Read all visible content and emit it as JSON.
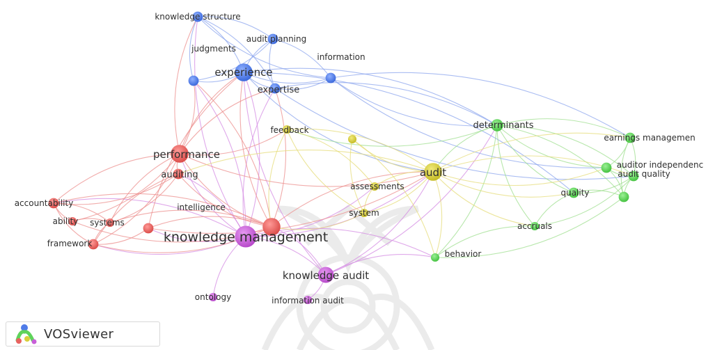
{
  "network": {
    "colors": {
      "red": "#e8625f",
      "blue": "#4f7be8",
      "green": "#5fd35b",
      "yellow": "#d7cf3a",
      "purple": "#c85fd8",
      "edge_red": "#ec8f8d",
      "edge_blue": "#8ca6ee",
      "edge_green": "#9fdf8f",
      "edge_yellow": "#e6dc7a",
      "edge_purple": "#d48be3"
    },
    "nodes": [
      {
        "id": "knowledge_management",
        "label": "knowledge management",
        "cluster": "purple",
        "weight": 10
      },
      {
        "id": "knowledge_audit",
        "label": "knowledge audit",
        "cluster": "purple",
        "weight": 7
      },
      {
        "id": "ontology",
        "label": "ontology",
        "cluster": "purple",
        "weight": 3
      },
      {
        "id": "information_audit",
        "label": "information audit",
        "cluster": "purple",
        "weight": 3
      },
      {
        "id": "performance",
        "label": "performance",
        "cluster": "red",
        "weight": 8
      },
      {
        "id": "auditing",
        "label": "auditing",
        "cluster": "red",
        "weight": 4
      },
      {
        "id": "accountability",
        "label": "accountability",
        "cluster": "red",
        "weight": 4
      },
      {
        "id": "ability",
        "label": "ability",
        "cluster": "red",
        "weight": 3
      },
      {
        "id": "systems",
        "label": "systems",
        "cluster": "red",
        "weight": 3
      },
      {
        "id": "framework",
        "label": "framework",
        "cluster": "red",
        "weight": 4
      },
      {
        "id": "intelligence",
        "label": "intelligence",
        "cluster": "red",
        "weight": 4
      },
      {
        "id": "red_hub",
        "label": "",
        "cluster": "red",
        "weight": 8
      },
      {
        "id": "experience",
        "label": "experience",
        "cluster": "blue",
        "weight": 8
      },
      {
        "id": "expertise",
        "label": "expertise",
        "cluster": "blue",
        "weight": 4
      },
      {
        "id": "judgments",
        "label": "judgments",
        "cluster": "blue",
        "weight": 4
      },
      {
        "id": "knowledge_structure",
        "label": "knowledge structure",
        "cluster": "blue",
        "weight": 4
      },
      {
        "id": "audit_planning",
        "label": "audit planning",
        "cluster": "blue",
        "weight": 4
      },
      {
        "id": "information",
        "label": "information",
        "cluster": "blue",
        "weight": 4
      },
      {
        "id": "determinants",
        "label": "determinants",
        "cluster": "green",
        "weight": 5
      },
      {
        "id": "earnings_management",
        "label": "earnings managemen",
        "cluster": "green",
        "weight": 4
      },
      {
        "id": "auditor_independence",
        "label": "auditor independenc",
        "cluster": "green",
        "weight": 4
      },
      {
        "id": "audit_quality",
        "label": "audit quality",
        "cluster": "green",
        "weight": 4
      },
      {
        "id": "quality",
        "label": "quality",
        "cluster": "green",
        "weight": 4
      },
      {
        "id": "green_node",
        "label": "",
        "cluster": "green",
        "weight": 4
      },
      {
        "id": "accruals",
        "label": "accruals",
        "cluster": "green",
        "weight": 3
      },
      {
        "id": "behavior",
        "label": "behavior",
        "cluster": "green",
        "weight": 3
      },
      {
        "id": "audit",
        "label": "audit",
        "cluster": "yellow",
        "weight": 8
      },
      {
        "id": "feedback",
        "label": "feedback",
        "cluster": "yellow",
        "weight": 3
      },
      {
        "id": "assessments",
        "label": "assessments",
        "cluster": "yellow",
        "weight": 3
      },
      {
        "id": "system",
        "label": "system",
        "cluster": "yellow",
        "weight": 3
      },
      {
        "id": "yellow_small",
        "label": "",
        "cluster": "yellow",
        "weight": 3
      }
    ],
    "edges": [
      [
        "knowledge_management",
        "knowledge_audit"
      ],
      [
        "knowledge_management",
        "ontology"
      ],
      [
        "knowledge_management",
        "performance"
      ],
      [
        "knowledge_management",
        "auditing"
      ],
      [
        "knowledge_management",
        "intelligence"
      ],
      [
        "knowledge_management",
        "experience"
      ],
      [
        "knowledge_management",
        "expertise"
      ],
      [
        "knowledge_management",
        "judgments"
      ],
      [
        "knowledge_management",
        "knowledge_structure"
      ],
      [
        "knowledge_management",
        "audit"
      ],
      [
        "knowledge_management",
        "behavior"
      ],
      [
        "knowledge_management",
        "assessments"
      ],
      [
        "knowledge_management",
        "framework"
      ],
      [
        "knowledge_management",
        "accountability"
      ],
      [
        "knowledge_audit",
        "information_audit"
      ],
      [
        "knowledge_audit",
        "audit"
      ],
      [
        "knowledge_audit",
        "behavior"
      ],
      [
        "knowledge_audit",
        "red_hub"
      ],
      [
        "knowledge_audit",
        "experience"
      ],
      [
        "knowledge_audit",
        "determinants"
      ],
      [
        "red_hub",
        "performance"
      ],
      [
        "red_hub",
        "accountability"
      ],
      [
        "red_hub",
        "framework"
      ],
      [
        "red_hub",
        "systems"
      ],
      [
        "red_hub",
        "ability"
      ],
      [
        "red_hub",
        "intelligence"
      ],
      [
        "red_hub",
        "experience"
      ],
      [
        "red_hub",
        "expertise"
      ],
      [
        "red_hub",
        "audit"
      ],
      [
        "red_hub",
        "judgments"
      ],
      [
        "red_hub",
        "auditing"
      ],
      [
        "performance",
        "accountability"
      ],
      [
        "performance",
        "framework"
      ],
      [
        "performance",
        "systems"
      ],
      [
        "performance",
        "ability"
      ],
      [
        "performance",
        "auditing"
      ],
      [
        "performance",
        "experience"
      ],
      [
        "performance",
        "judgments"
      ],
      [
        "performance",
        "expertise"
      ],
      [
        "performance",
        "audit"
      ],
      [
        "performance",
        "knowledge_structure"
      ],
      [
        "performance",
        "feedback"
      ],
      [
        "auditing",
        "accountability"
      ],
      [
        "auditing",
        "framework"
      ],
      [
        "auditing",
        "systems"
      ],
      [
        "accountability",
        "framework"
      ],
      [
        "accountability",
        "systems"
      ],
      [
        "accountability",
        "ability"
      ],
      [
        "framework",
        "systems"
      ],
      [
        "framework",
        "intelligence"
      ],
      [
        "ability",
        "systems"
      ],
      [
        "intelligence",
        "audit"
      ],
      [
        "intelligence",
        "experience"
      ],
      [
        "experience",
        "expertise"
      ],
      [
        "experience",
        "judgments"
      ],
      [
        "experience",
        "knowledge_structure"
      ],
      [
        "experience",
        "audit_planning"
      ],
      [
        "experience",
        "information"
      ],
      [
        "experience",
        "determinants"
      ],
      [
        "experience",
        "audit"
      ],
      [
        "experience",
        "quality"
      ],
      [
        "expertise",
        "knowledge_structure"
      ],
      [
        "expertise",
        "audit_planning"
      ],
      [
        "expertise",
        "information"
      ],
      [
        "expertise",
        "determinants"
      ],
      [
        "expertise",
        "audit_quality"
      ],
      [
        "judgments",
        "knowledge_structure"
      ],
      [
        "judgments",
        "audit_planning"
      ],
      [
        "knowledge_structure",
        "audit_planning"
      ],
      [
        "knowledge_structure",
        "information"
      ],
      [
        "audit_planning",
        "information"
      ],
      [
        "information",
        "determinants"
      ],
      [
        "information",
        "earnings_management"
      ],
      [
        "information",
        "auditor_independence"
      ],
      [
        "determinants",
        "earnings_management"
      ],
      [
        "determinants",
        "auditor_independence"
      ],
      [
        "determinants",
        "audit_quality"
      ],
      [
        "determinants",
        "quality"
      ],
      [
        "determinants",
        "green_node"
      ],
      [
        "determinants",
        "accruals"
      ],
      [
        "determinants",
        "behavior"
      ],
      [
        "determinants",
        "audit"
      ],
      [
        "determinants",
        "feedback"
      ],
      [
        "audit",
        "quality"
      ],
      [
        "audit",
        "audit_quality"
      ],
      [
        "audit",
        "auditor_independence"
      ],
      [
        "audit",
        "earnings_management"
      ],
      [
        "audit",
        "accruals"
      ],
      [
        "audit",
        "behavior"
      ],
      [
        "audit",
        "assessments"
      ],
      [
        "audit",
        "system"
      ],
      [
        "audit",
        "feedback"
      ],
      [
        "audit",
        "yellow_small"
      ],
      [
        "audit",
        "auditing"
      ],
      [
        "audit_quality",
        "auditor_independence"
      ],
      [
        "audit_quality",
        "earnings_management"
      ],
      [
        "audit_quality",
        "quality"
      ],
      [
        "audit_quality",
        "green_node"
      ],
      [
        "audit_quality",
        "accruals"
      ],
      [
        "auditor_independence",
        "earnings_management"
      ],
      [
        "auditor_independence",
        "green_node"
      ],
      [
        "quality",
        "accruals"
      ],
      [
        "quality",
        "green_node"
      ],
      [
        "accruals",
        "behavior"
      ],
      [
        "green_node",
        "behavior"
      ],
      [
        "earnings_management",
        "green_node"
      ],
      [
        "feedback",
        "assessments"
      ],
      [
        "feedback",
        "system"
      ],
      [
        "system",
        "assessments"
      ],
      [
        "yellow_small",
        "system"
      ],
      [
        "yellow_small",
        "behavior"
      ],
      [
        "feedback",
        "red_hub"
      ],
      [
        "system",
        "red_hub"
      ]
    ]
  },
  "branding": {
    "name": "VOSviewer",
    "logo_icon": "vosviewer-logo-icon"
  }
}
